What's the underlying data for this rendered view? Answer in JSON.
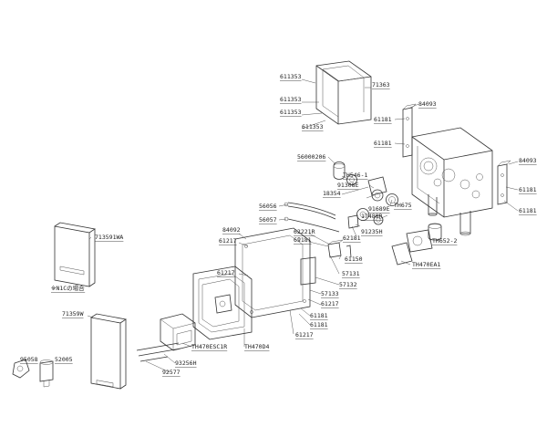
{
  "labels": {
    "p611353a": "611353",
    "p71363": "71363",
    "p611353b": "611353",
    "p611353c": "611353",
    "p611353d": "611353",
    "p84093a": "84093",
    "p61181a": "61181",
    "p61181b": "61181",
    "p560002": "56000206",
    "pTH546": "TH546-1",
    "p91308": "91308E",
    "p18354": "18354",
    "pTH675": "TH675",
    "p91689": "91689E",
    "p17488": "17488R",
    "p84093b": "84093",
    "p61181c": "61181",
    "p61181d": "61181",
    "p56056": "56056",
    "p56057": "56057",
    "p91235": "91235H",
    "p62181": "62181",
    "pTH652": "TH652-2",
    "p84092": "84092",
    "p61217a": "61217",
    "p62221": "62221R",
    "p61181e": "61181",
    "p61150": "61150",
    "pTHEA1": "TH470EA1",
    "p713591": "713591WA",
    "p57131": "57131",
    "p57132": "57132",
    "p61217b": "61217",
    "p57133": "57133",
    "p61217c": "61217",
    "pN1C": "※N1Cの場合",
    "p61181f": "61181",
    "p61181g": "61181",
    "p71359": "71359W",
    "p61217d": "61217",
    "pTHESC": "TH470ESC1R",
    "pTHD4": "TH470D4",
    "p93256": "93256H",
    "p95058": "95058",
    "p52005": "52005",
    "p92577": "92577"
  }
}
